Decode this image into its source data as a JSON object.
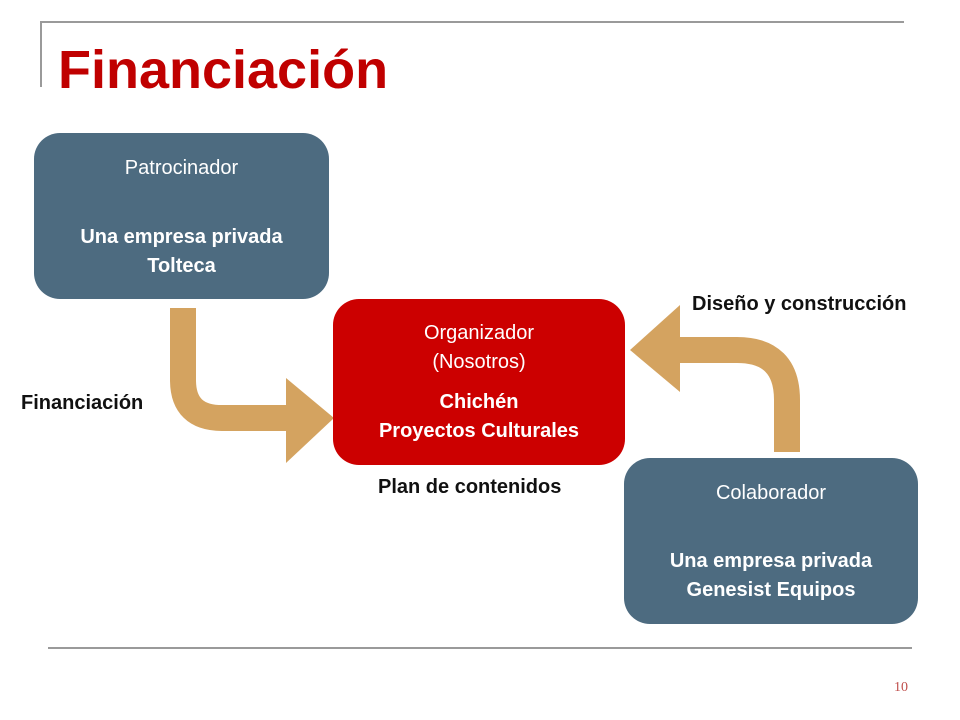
{
  "title": "Financiación",
  "colors": {
    "title": "#c00000",
    "box_blue": "#4d6b80",
    "box_red": "#cc0000",
    "arrow": "#d4a360"
  },
  "boxes": {
    "sponsor": {
      "role": "Patrocinador",
      "entity_line1": "Una empresa privada",
      "entity_line2": "Tolteca"
    },
    "organizer": {
      "role_line1": "Organizador",
      "role_line2": "(Nosotros)",
      "entity_line1": "Chichén",
      "entity_line2": "Proyectos Culturales"
    },
    "collaborator": {
      "role": "Colaborador",
      "entity_line1": "Una empresa  privada",
      "entity_line2": "Genesist Equipos"
    }
  },
  "labels": {
    "financing": "Financiación",
    "design": "Diseño y construcción",
    "content_plan": "Plan de contenidos"
  },
  "page_number": "10"
}
